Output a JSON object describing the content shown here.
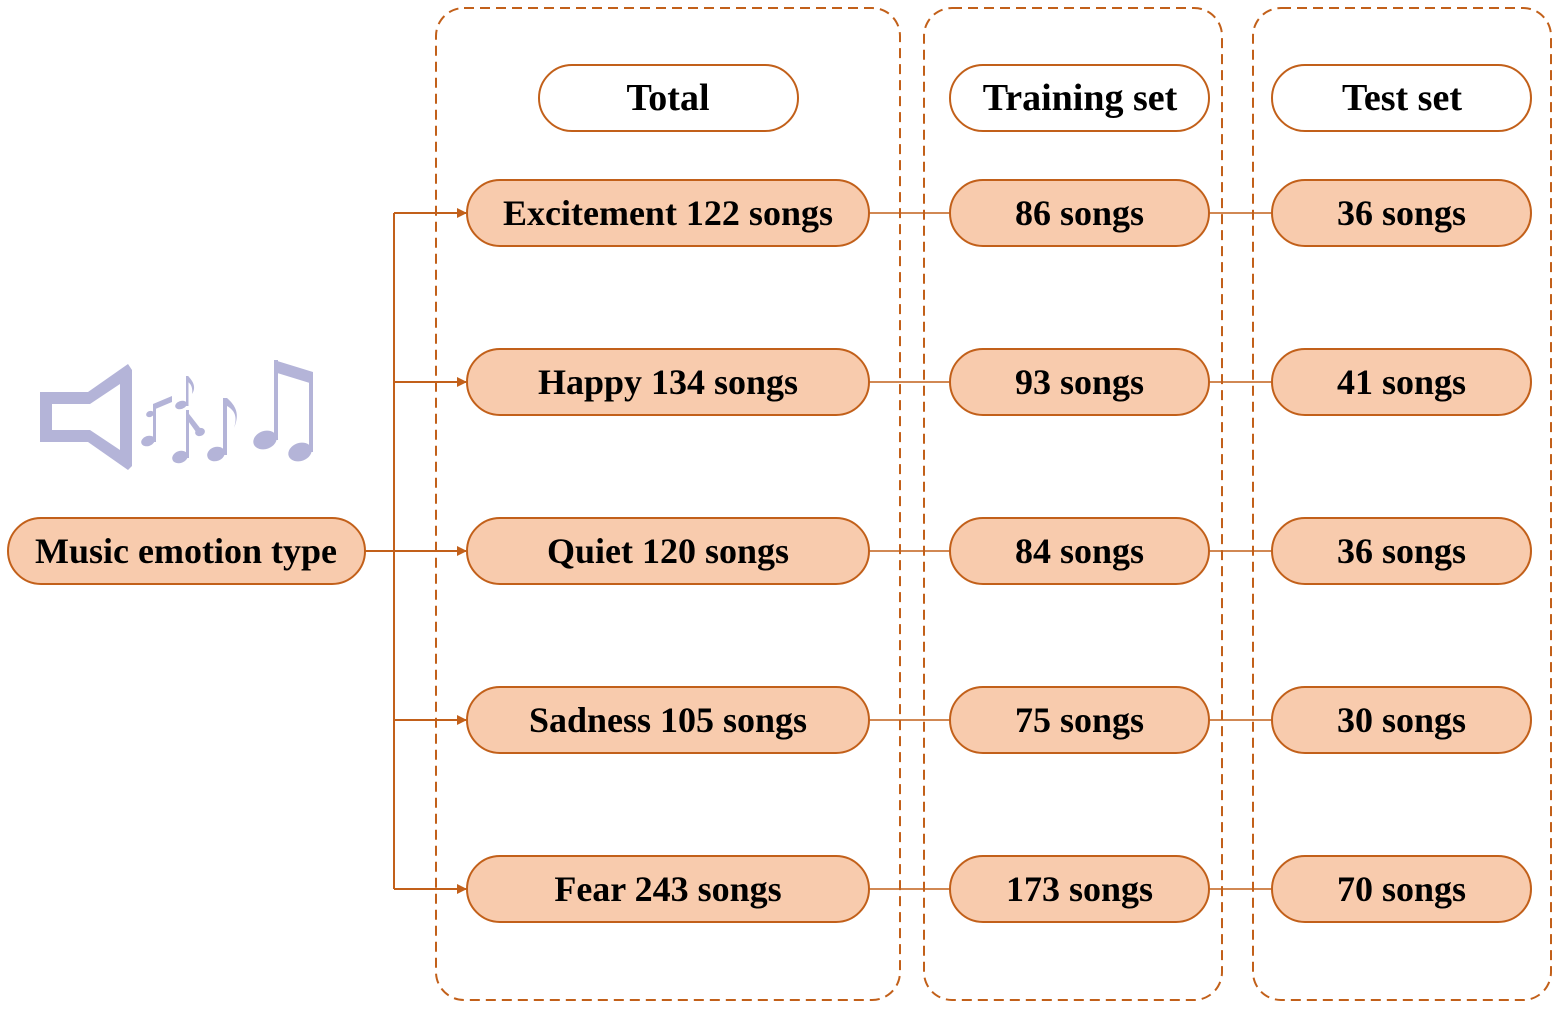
{
  "colors": {
    "stroke": "#c2601a",
    "node_fill": "#f8cbad",
    "header_fill": "#ffffff",
    "icon": "#b4b4d8"
  },
  "root": {
    "label": "Music emotion type"
  },
  "icon": {
    "name": "speaker-music-notes-icon"
  },
  "headers": {
    "total": "Total",
    "training": "Training set",
    "test": "Test set"
  },
  "rows": [
    {
      "total": "Excitement 122 songs",
      "training": "86 songs",
      "test": "36 songs"
    },
    {
      "total": "Happy 134 songs",
      "training": "93 songs",
      "test": "41 songs"
    },
    {
      "total": "Quiet 120 songs",
      "training": "84 songs",
      "test": "36 songs"
    },
    {
      "total": "Sadness 105 songs",
      "training": "75 songs",
      "test": "30 songs"
    },
    {
      "total": "Fear 243 songs",
      "training": "173 songs",
      "test": "70 songs"
    }
  ]
}
